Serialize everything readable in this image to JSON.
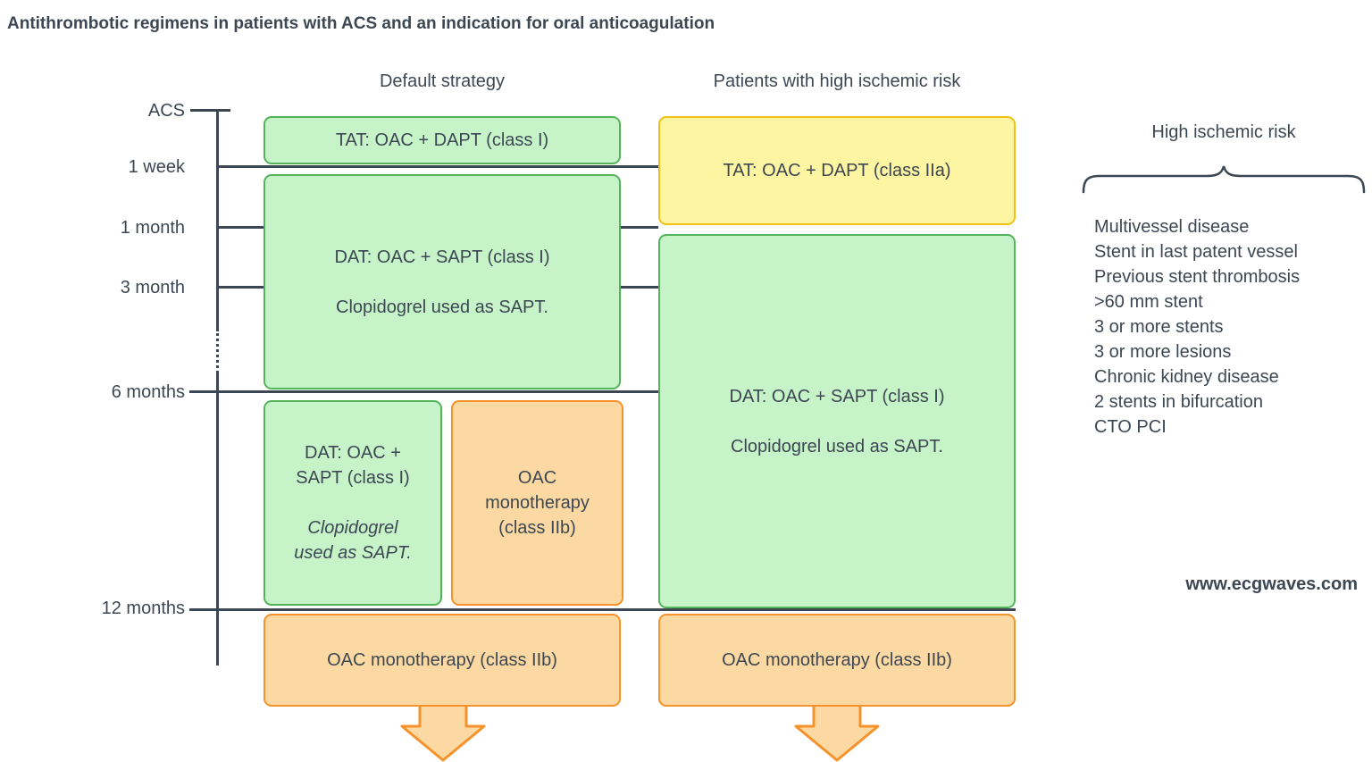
{
  "title": "Antithrombotic regimens in patients with ACS and an indication for oral anticoagulation",
  "column_headers": {
    "default_strategy": "Default strategy",
    "high_ischemic_risk": "Patients with high ischemic risk"
  },
  "timeline": {
    "acs": "ACS",
    "week1": "1 week",
    "month1": "1 month",
    "month3": "3 month",
    "months6": "6 months",
    "months12": "12 months"
  },
  "default_column": {
    "tat": "TAT: OAC + DAPT (class I)",
    "dat_line1": "DAT: OAC + SAPT (class I)",
    "dat_line2": "Clopidogrel used as SAPT.",
    "dat_small_line1": "DAT: OAC +",
    "dat_small_line2": "SAPT (class I)",
    "dat_small_note1": "Clopidogrel",
    "dat_small_note2": "used as SAPT.",
    "oac_small_line1": "OAC",
    "oac_small_line2": "monotherapy",
    "oac_small_line3": "(class IIb)",
    "oac_bottom": "OAC monotherapy (class IIb)"
  },
  "high_risk_column": {
    "tat": "TAT: OAC + DAPT (class IIa)",
    "dat_line1": "DAT: OAC + SAPT (class I)",
    "dat_line2": "Clopidogrel used as SAPT.",
    "oac_bottom": "OAC monotherapy (class IIb)"
  },
  "risk_panel": {
    "title": "High ischemic risk",
    "items": [
      "Multivessel disease",
      "Stent in last patent vessel",
      "Previous stent thrombosis",
      ">60 mm stent",
      "3 or more stents",
      "3 or more lesions",
      "Chronic kidney disease",
      "2 stents in bifurcation",
      "CTO PCI"
    ]
  },
  "footer": {
    "website": "www.ecgwaves.com"
  },
  "colors": {
    "text": "#3d4753",
    "green_fill": "#c7f3c8",
    "green_border": "#54b45a",
    "yellow_fill": "#fdf5a1",
    "yellow_border": "#f1c117",
    "orange_fill": "#fcd9a2",
    "orange_border": "#f5922b"
  }
}
